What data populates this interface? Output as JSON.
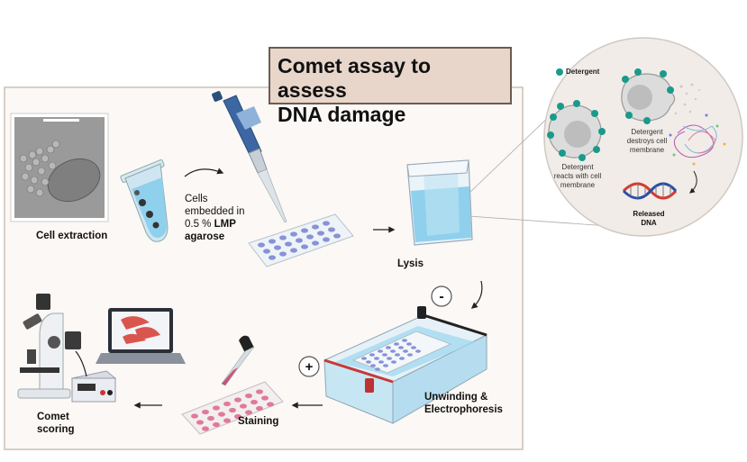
{
  "title": {
    "line1": "Comet assay to assess",
    "line2": "DNA damage"
  },
  "steps": {
    "cell_extraction": "Cell extraction",
    "embedding_line1": "Cells",
    "embedding_line2": "embedded in",
    "embedding_line3_prefix": "0.5 %",
    "embedding_line3_bold": "LMP",
    "embedding_line4": "agarose",
    "lysis": "Lysis",
    "unwinding_line1": "Unwinding &",
    "unwinding_line2": "Electrophoresis",
    "staining": "Staining",
    "scoring_line1": "Comet",
    "scoring_line2": "scoring"
  },
  "electrodes": {
    "negative": "-",
    "positive": "+"
  },
  "lysis_detail": {
    "detergent": "Detergent",
    "reacts_line1": "Detergent",
    "reacts_line2": "reacts with cell",
    "reacts_line3": "membrane",
    "destroys_line1": "Detergent",
    "destroys_line2": "destroys cell",
    "destroys_line3": "membrane",
    "released_line1": "Released",
    "released_line2": "DNA"
  },
  "colors": {
    "title_bg": "#e8d6ca",
    "frame_bg": "#fbf8f5",
    "slide_wells": "#8892d8",
    "stained_wells": "#e07a98",
    "buffer_blue": "#9fd8ef",
    "detergent_teal": "#1a9a8c",
    "dna_red": "#d73a2f",
    "dna_blue": "#2a4fa6"
  }
}
